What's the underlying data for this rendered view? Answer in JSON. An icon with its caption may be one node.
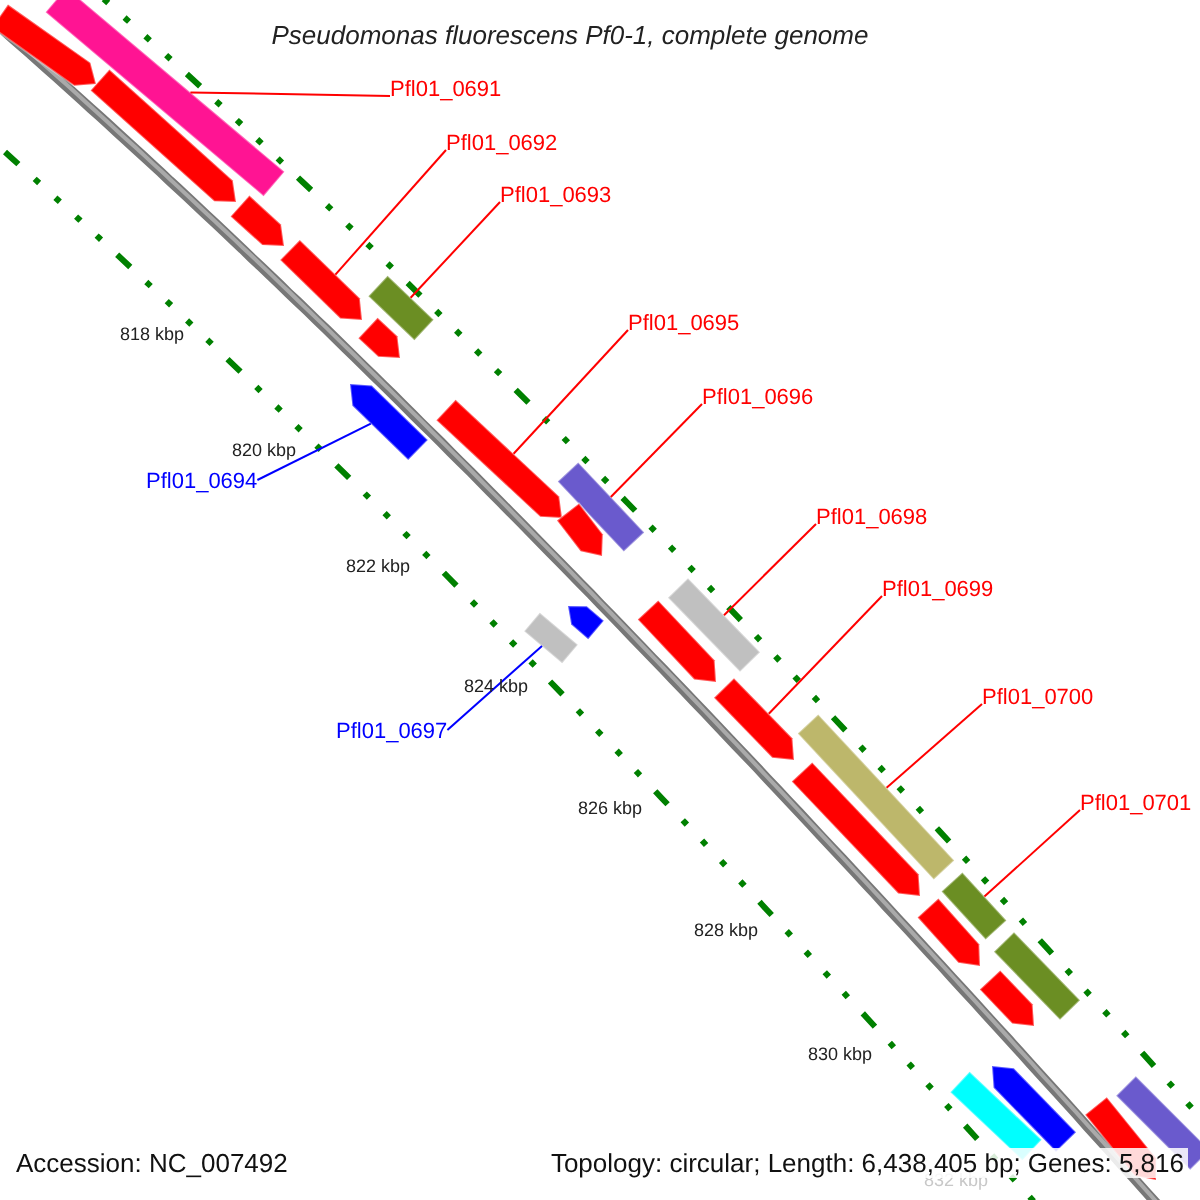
{
  "diagram": {
    "title": "Pseudomonas fluorescens Pf0-1, complete genome",
    "nodes": [
      {
        "text": [
          "Pfl01_0691"
        ]
      },
      {
        "text": [
          "Pfl01_0692"
        ]
      },
      {
        "text": [
          "Pfl01_0693"
        ]
      },
      {
        "text": [
          "Pfl01_0695"
        ]
      },
      {
        "text": [
          "Pfl01_0696"
        ]
      },
      {
        "text": [
          "Pfl01_0694"
        ]
      },
      {
        "text": [
          "Pfl01_0698"
        ]
      },
      {
        "text": [
          "Pfl01_0699"
        ]
      },
      {
        "text": [
          "Pfl01_0697"
        ]
      },
      {
        "text": [
          "Pfl01_0700"
        ]
      },
      {
        "text": [
          "Pfl01_0701"
        ]
      },
      {
        "text": [],
        "shape": "bar"
      },
      {
        "text": [],
        "shape": "arrow"
      },
      {
        "text": [],
        "shape": "arrow"
      },
      {
        "text": [],
        "shape": "arrow"
      },
      {
        "text": [],
        "shape": "arrow"
      },
      {
        "text": [],
        "shape": "bar"
      },
      {
        "text": [],
        "shape": "arrow"
      },
      {
        "text": [],
        "shape": "arrow"
      },
      {
        "text": [],
        "shape": "arrow"
      },
      {
        "text": [],
        "shape": "bar"
      },
      {
        "text": [],
        "shape": "arrow"
      },
      {
        "text": [],
        "shape": "bar"
      },
      {
        "text": [],
        "shape": "arrow"
      },
      {
        "text": [],
        "shape": "arrow"
      },
      {
        "text": [],
        "shape": "bar"
      },
      {
        "text": [],
        "shape": "arrow"
      },
      {
        "text": [],
        "shape": "bar"
      },
      {
        "text": [],
        "shape": "arrow"
      },
      {
        "text": [],
        "shape": "bar"
      },
      {
        "text": [],
        "shape": "arrow"
      },
      {
        "text": [],
        "shape": "bar"
      },
      {
        "text": [],
        "shape": "arrow"
      },
      {
        "text": [],
        "shape": "arrow"
      },
      {
        "text": [],
        "shape": "bar"
      },
      {
        "text": [],
        "shape": "bar"
      },
      {
        "text": [],
        "shape": "arrow"
      }
    ],
    "edges": [
      {
        "from": 0,
        "to": 11,
        "arrow": "none"
      },
      {
        "from": 1,
        "to": 15,
        "arrow": "none"
      },
      {
        "from": 2,
        "to": 16,
        "arrow": "none"
      },
      {
        "from": 5,
        "to": 18,
        "arrow": "none",
        "color": "#0000ff"
      },
      {
        "from": 3,
        "to": 19,
        "arrow": "none"
      },
      {
        "from": 4,
        "to": 20,
        "arrow": "none"
      },
      {
        "from": 8,
        "to": 25,
        "arrow": "none",
        "color": "#0000ff"
      },
      {
        "from": 6,
        "to": 22,
        "arrow": "none"
      },
      {
        "from": 7,
        "to": 26,
        "arrow": "none"
      },
      {
        "from": 9,
        "to": 27,
        "arrow": "none"
      },
      {
        "from": 10,
        "to": 29,
        "arrow": "none"
      }
    ],
    "labels": [
      "818 kbp",
      "820 kbp",
      "822 kbp",
      "824 kbp",
      "826 kbp",
      "828 kbp",
      "830 kbp",
      "832 kbp",
      "Accession: NC_007492",
      "Topology: circular; Length: 6,438,405 bp; Genes: 5,816"
    ]
  }
}
